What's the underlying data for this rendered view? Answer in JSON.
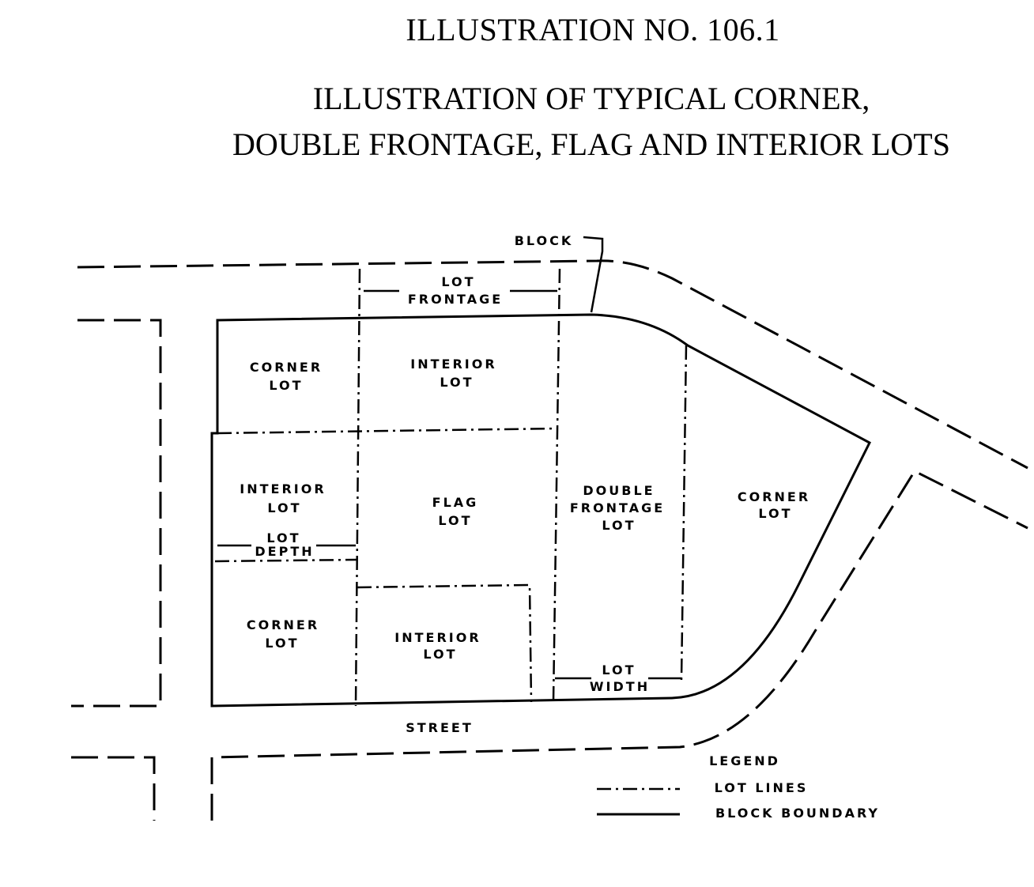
{
  "title": {
    "number": "ILLUSTRATION NO. 106.1",
    "line1": "ILLUSTRATION OF TYPICAL CORNER,",
    "line2": "DOUBLE FRONTAGE, FLAG AND INTERIOR LOTS"
  },
  "labels": {
    "block": "BLOCK",
    "lot_frontage_1": "LOT",
    "lot_frontage_2": "FRONTAGE",
    "corner_lot_tl_1": "CORNER",
    "corner_lot_tl_2": "LOT",
    "interior_lot_top_1": "INTERIOR",
    "interior_lot_top_2": "LOT",
    "interior_lot_left_1": "INTERIOR",
    "interior_lot_left_2": "LOT",
    "lot_depth_1": "LOT",
    "lot_depth_2": "DEPTH",
    "flag_lot_1": "FLAG",
    "flag_lot_2": "LOT",
    "double_frontage_1": "DOUBLE",
    "double_frontage_2": "FRONTAGE",
    "double_frontage_3": "LOT",
    "corner_lot_right_1": "CORNER",
    "corner_lot_right_2": "LOT",
    "corner_lot_bl_1": "CORNER",
    "corner_lot_bl_2": "LOT",
    "interior_lot_bottom_1": "INTERIOR",
    "interior_lot_bottom_2": "LOT",
    "lot_width_1": "LOT",
    "lot_width_2": "WIDTH",
    "street": "STREET"
  },
  "legend": {
    "heading": "LEGEND",
    "lot_lines": "LOT LINES",
    "block_boundary": "BLOCK BOUNDARY"
  }
}
